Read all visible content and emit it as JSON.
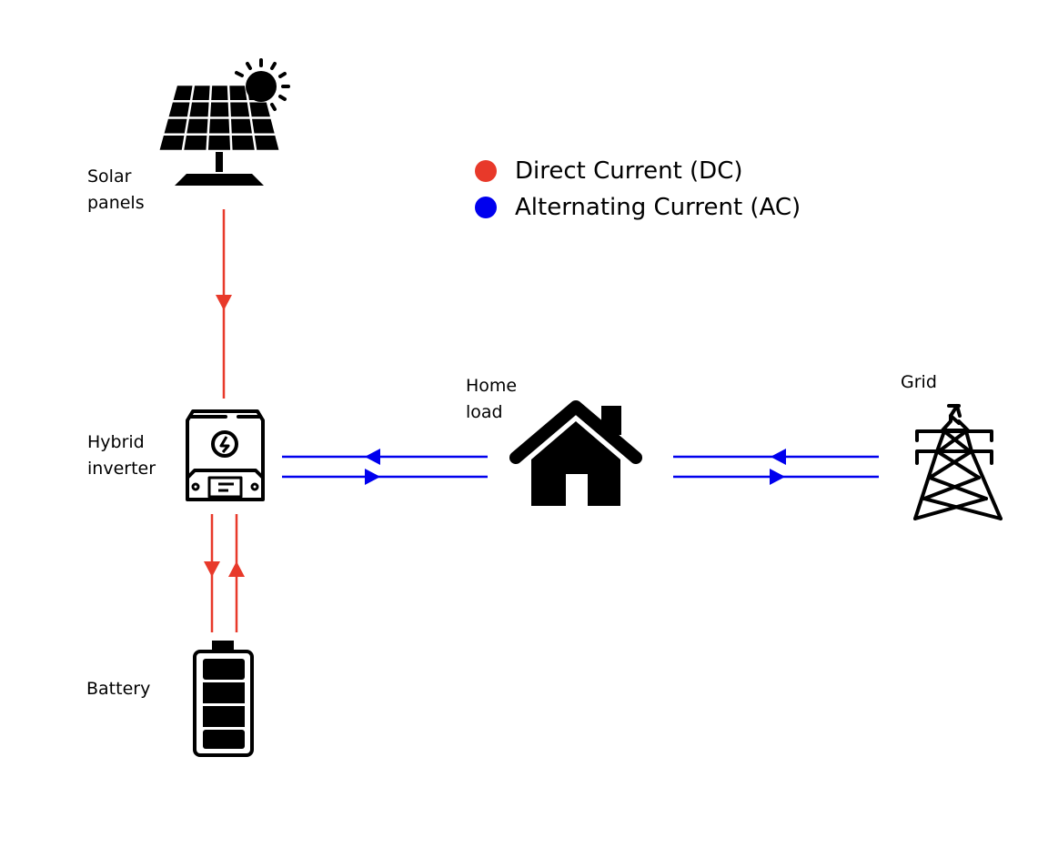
{
  "colors": {
    "dc": "#e8392a",
    "ac": "#0000ee",
    "icon": "#000000",
    "background": "#ffffff"
  },
  "legend": [
    {
      "label": "Direct Current (DC)",
      "color_key": "dc"
    },
    {
      "label": "Alternating Current (AC)",
      "color_key": "ac"
    }
  ],
  "nodes": {
    "solar": {
      "label": "Solar\npanels",
      "icon": "solar-panel-icon"
    },
    "inverter": {
      "label": "Hybrid\ninverter",
      "icon": "hybrid-inverter-icon"
    },
    "battery": {
      "label": "Battery",
      "icon": "battery-icon"
    },
    "home": {
      "label": "Home\nload",
      "icon": "house-icon"
    },
    "grid": {
      "label": "Grid",
      "icon": "transmission-tower-icon"
    }
  },
  "connections": [
    {
      "from": "solar",
      "to": "inverter",
      "current": "DC",
      "direction": "one-way"
    },
    {
      "from": "inverter",
      "to": "battery",
      "current": "DC",
      "direction": "bidirectional"
    },
    {
      "from": "inverter",
      "to": "home",
      "current": "AC",
      "direction": "bidirectional"
    },
    {
      "from": "grid",
      "to": "home",
      "current": "AC",
      "direction": "bidirectional"
    }
  ]
}
